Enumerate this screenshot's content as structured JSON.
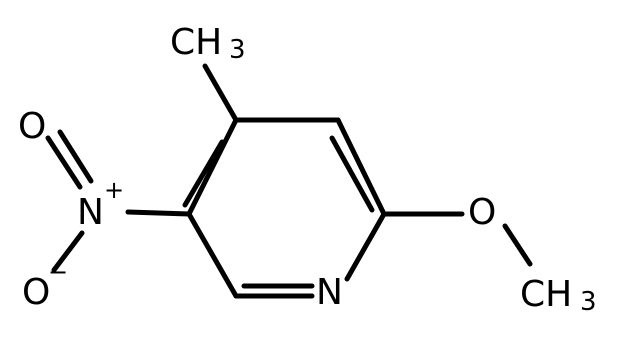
{
  "structure": {
    "ch3_top_label": "CH",
    "ch3_top_subscript": "3",
    "oxygen_label": "O",
    "nitrogen_nitro_label": "N",
    "nitrogen_plus": "+",
    "oxygen_minus_label": "O",
    "oxygen_minus_sign": "−",
    "nitrogen_ring_label": "N",
    "oxygen_methoxy_label": "O",
    "ch3_bottom_label": "CH",
    "ch3_bottom_subscript": "3"
  },
  "colors": {
    "bond": "#000000",
    "background": "#ffffff"
  }
}
